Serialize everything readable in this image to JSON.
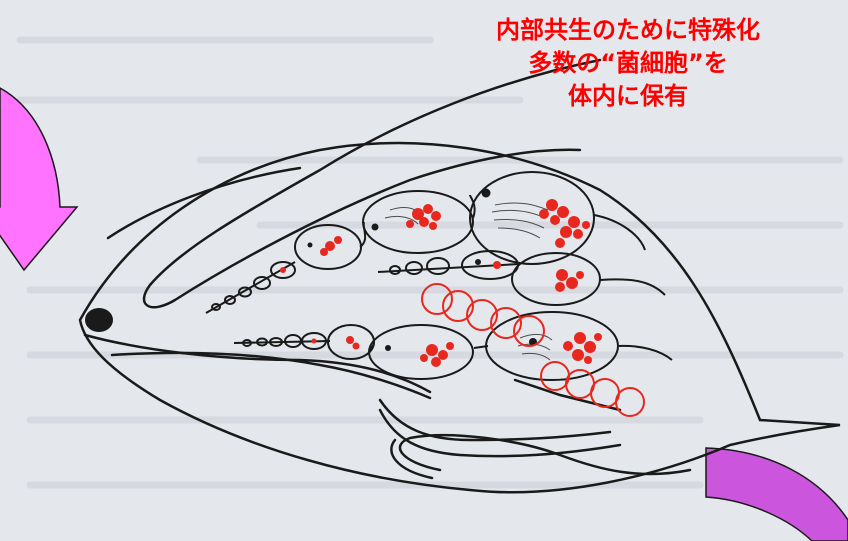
{
  "caption": {
    "line1": "内部共生のために特殊化",
    "line2": "多数の“菌細胞”を",
    "line3": "体内に保有"
  },
  "colors": {
    "caption_text": "#ff0000",
    "bacteriocyte": "#e8281e",
    "outline": "#1a1a1a",
    "arrow_left": "#ff73ff",
    "arrow_right": "#cc55dd",
    "background": "#e4e7ec"
  }
}
